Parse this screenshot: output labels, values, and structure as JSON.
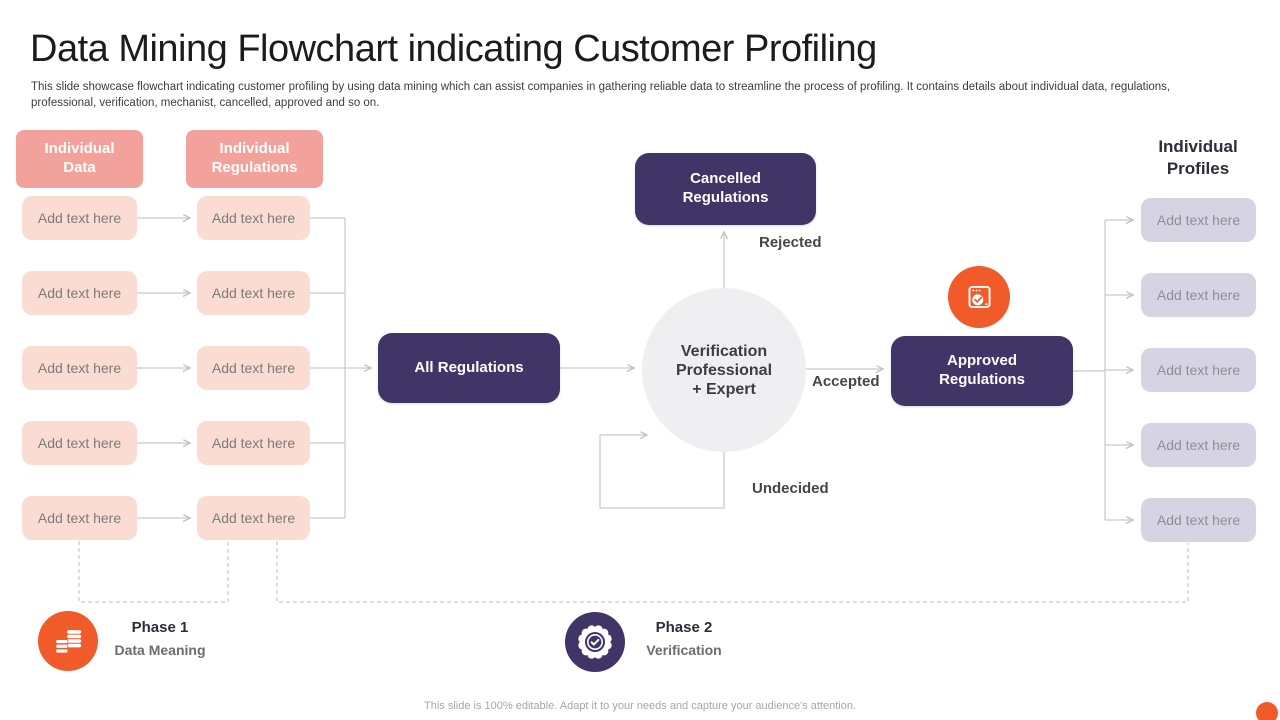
{
  "slide": {
    "title": "Data Mining Flowchart indicating Customer Profiling",
    "subtitle": "This slide showcase flowchart indicating customer profiling by using data mining which can assist companies in gathering reliable data to streamline the process of profiling. It contains details about individual data, regulations, professional, verification, mechanist, cancelled, approved and so on.",
    "footer": "This slide is 100% editable. Adapt it to your needs and capture your audience's attention."
  },
  "columns": {
    "individual_data": {
      "header": "Individual Data",
      "items": [
        "Add text here",
        "Add text here",
        "Add text here",
        "Add text here",
        "Add text here"
      ]
    },
    "individual_regulations": {
      "header": "Individual Regulations",
      "items": [
        "Add text here",
        "Add text here",
        "Add text here",
        "Add text here",
        "Add text here"
      ]
    },
    "individual_profiles": {
      "header": "Individual Profiles",
      "items": [
        "Add text here",
        "Add text here",
        "Add text here",
        "Add text here",
        "Add text here"
      ]
    }
  },
  "nodes": {
    "all_regulations": "All Regulations",
    "cancelled_regulations": "Cancelled Regulations",
    "approved_regulations": "Approved Regulations",
    "verification_circle_lines": [
      "Verification",
      "Professional",
      "+ Expert"
    ]
  },
  "flow_labels": {
    "rejected": "Rejected",
    "accepted": "Accepted",
    "undecided": "Undecided"
  },
  "phases": [
    {
      "title": "Phase 1",
      "subtitle": "Data Meaning",
      "icon": "database-icon"
    },
    {
      "title": "Phase 2",
      "subtitle": "Verification",
      "icon": "badge-check-icon"
    }
  ],
  "icons": {
    "approved_badge": "browser-check-icon",
    "phase1": "database-icon",
    "phase2": "badge-check-icon",
    "corner": "orange-dot"
  },
  "colors": {
    "accent_orange": "#f15a29",
    "purple": "#413467",
    "salmon_header": "#f2a29b",
    "pink_box": "#fbdcd2",
    "lavender_box": "#d6d4e3",
    "circle_gray": "#efeff1",
    "connector_gray": "#c9c9c9"
  }
}
